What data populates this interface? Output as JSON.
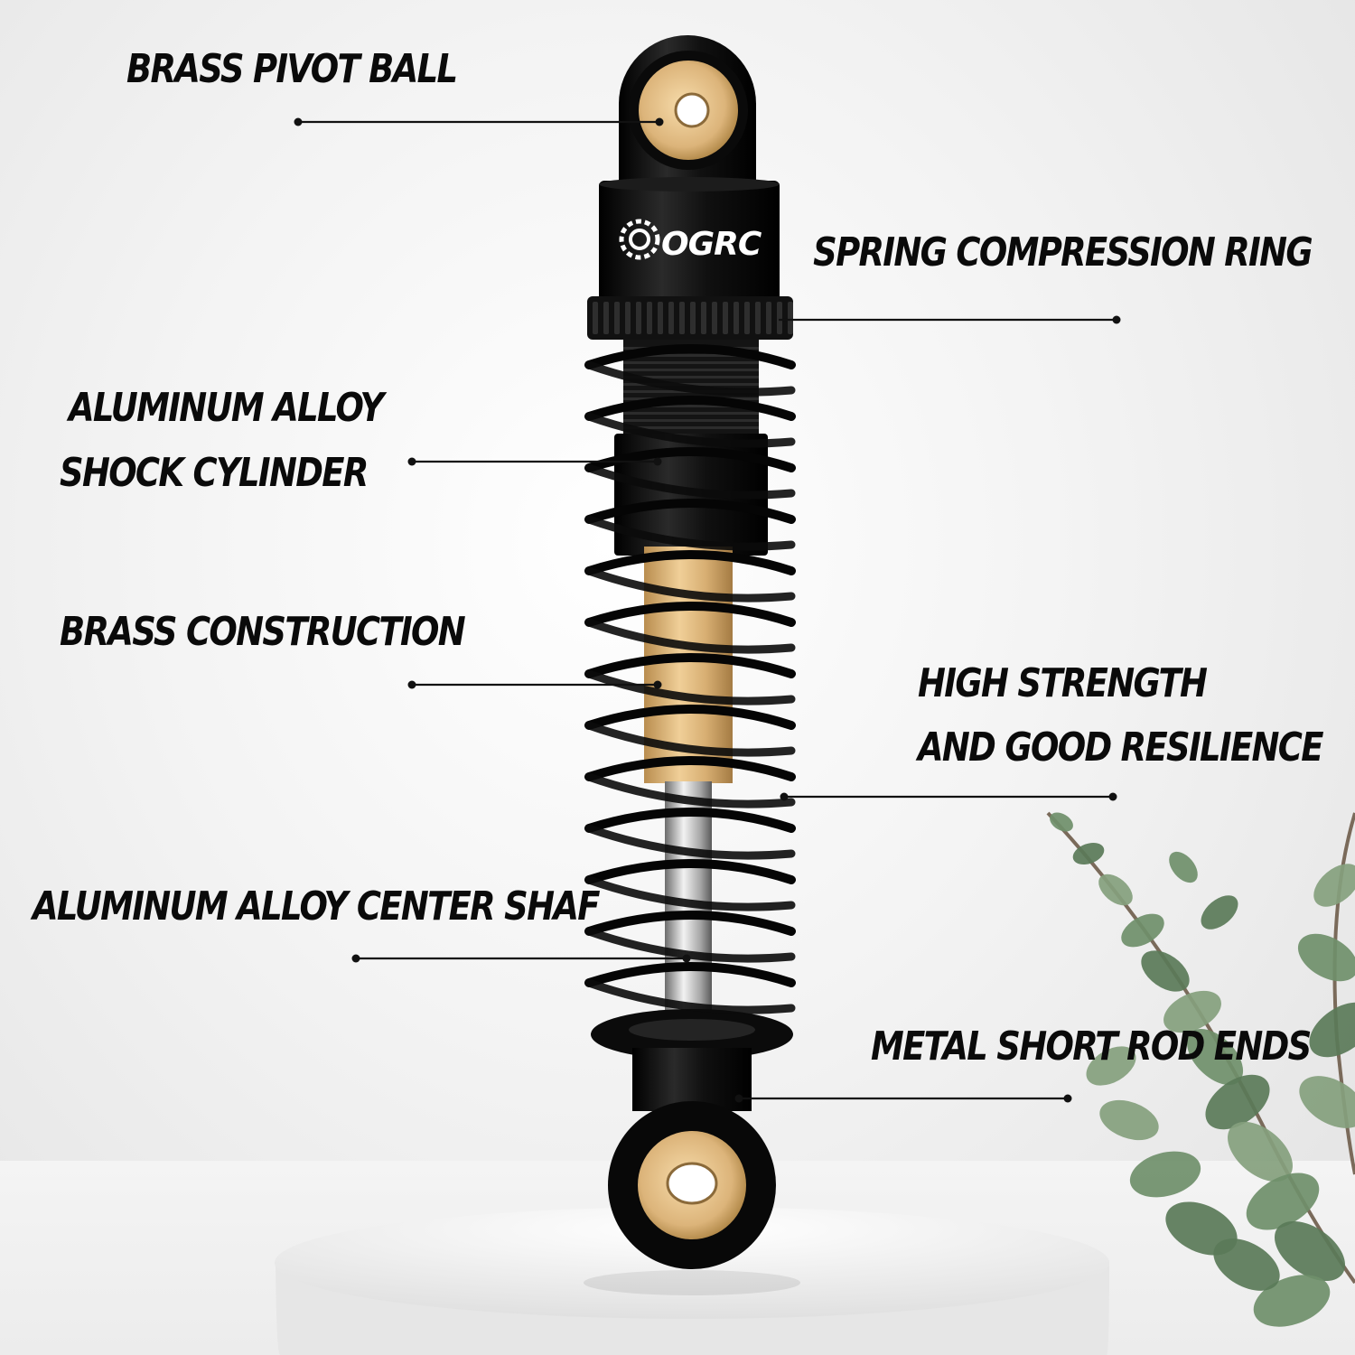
{
  "labels": {
    "brass_pivot_ball": "BRASS PIVOT BALL",
    "spring_compression_ring": "SPRING COMPRESSION RING",
    "shock_cylinder_line1": "ALUMINUM ALLOY",
    "shock_cylinder_line2": "SHOCK CYLINDER",
    "brass_construction": "BRASS CONSTRUCTION",
    "resilience_line1": "HIGH STRENGTH",
    "resilience_line2": "AND GOOD RESILIENCE",
    "center_shaft": "ALUMINUM ALLOY CENTER SHAF",
    "rod_ends": "METAL SHORT ROD ENDS"
  },
  "brand": {
    "logo_text": "OGRC"
  },
  "colors": {
    "background": "#f3f3f3",
    "text": "#0a0a0a",
    "shock_body": "#0b0b0b",
    "brass": "#d9b077",
    "shaft": "#c9c9c9",
    "leaf": "#5f7f5c"
  }
}
